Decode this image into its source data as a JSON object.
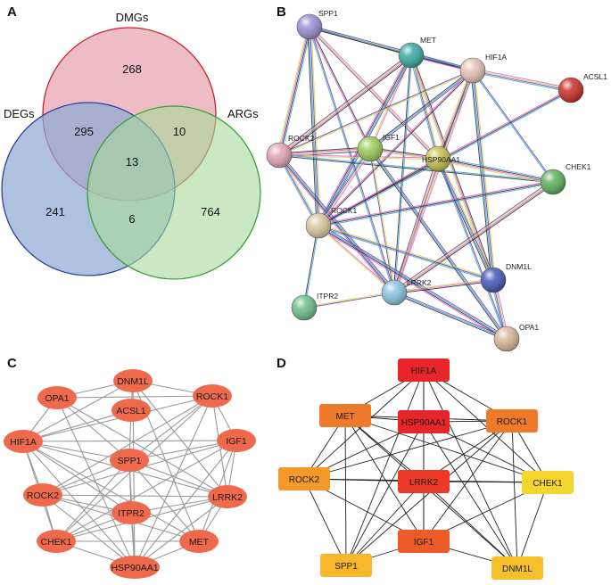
{
  "panels": {
    "a": {
      "letter": "A"
    },
    "b": {
      "letter": "B"
    },
    "c": {
      "letter": "C"
    },
    "d": {
      "letter": "D"
    }
  },
  "venn": {
    "sets": [
      {
        "key": "dmg",
        "label": "DMGs",
        "fill": "#e8a7b0",
        "stroke": "#c8202e"
      },
      {
        "key": "deg",
        "label": "DEGs",
        "fill": "#8faad3",
        "stroke": "#2a3f9c"
      },
      {
        "key": "arg",
        "label": "ARGs",
        "fill": "#a7d99a",
        "stroke": "#3a9e3a"
      }
    ],
    "counts": {
      "dmg_only": "268",
      "deg_dmg": "295",
      "dmg_arg": "10",
      "all": "13",
      "deg_only": "241",
      "arg_only": "764",
      "deg_arg": "6"
    }
  },
  "ppi_network": {
    "nodes": [
      {
        "id": "SPP1",
        "label": "SPP1",
        "color": "#9b8fd6"
      },
      {
        "id": "MET",
        "label": "MET",
        "color": "#3aa9a0"
      },
      {
        "id": "HIF1A",
        "label": "HIF1A",
        "color": "#e6c3b6"
      },
      {
        "id": "ACSL1",
        "label": "ACSL1",
        "color": "#c9302c"
      },
      {
        "id": "ROCK2",
        "label": "ROCK2",
        "color": "#e2a5b4"
      },
      {
        "id": "IGF1",
        "label": "IGF1",
        "color": "#9ccc5a"
      },
      {
        "id": "HSP90AA1",
        "label": "HSP90AA1",
        "color": "#c4c254"
      },
      {
        "id": "CHEK1",
        "label": "CHEK1",
        "color": "#5fb05f"
      },
      {
        "id": "ROCK1",
        "label": "ROCK1",
        "color": "#d8c9a0"
      },
      {
        "id": "DNM1L",
        "label": "DNM1L",
        "color": "#4759b8"
      },
      {
        "id": "ITPR2",
        "label": "ITPR2",
        "color": "#6fbf8e"
      },
      {
        "id": "LRRK2",
        "label": "LRRK2",
        "color": "#8cc4e2"
      },
      {
        "id": "OPA1",
        "label": "OPA1",
        "color": "#d9b79a"
      }
    ],
    "edges": [
      [
        "SPP1",
        "MET"
      ],
      [
        "SPP1",
        "HIF1A"
      ],
      [
        "SPP1",
        "ROCK2"
      ],
      [
        "SPP1",
        "IGF1"
      ],
      [
        "SPP1",
        "HSP90AA1"
      ],
      [
        "SPP1",
        "ROCK1"
      ],
      [
        "SPP1",
        "LRRK2"
      ],
      [
        "MET",
        "HIF1A"
      ],
      [
        "MET",
        "ROCK2"
      ],
      [
        "MET",
        "IGF1"
      ],
      [
        "MET",
        "HSP90AA1"
      ],
      [
        "MET",
        "ROCK1"
      ],
      [
        "MET",
        "LRRK2"
      ],
      [
        "MET",
        "DNM1L"
      ],
      [
        "HIF1A",
        "ACSL1"
      ],
      [
        "HIF1A",
        "ROCK2"
      ],
      [
        "HIF1A",
        "IGF1"
      ],
      [
        "HIF1A",
        "HSP90AA1"
      ],
      [
        "HIF1A",
        "ROCK1"
      ],
      [
        "HIF1A",
        "LRRK2"
      ],
      [
        "HIF1A",
        "DNM1L"
      ],
      [
        "HIF1A",
        "CHEK1"
      ],
      [
        "ACSL1",
        "ROCK1"
      ],
      [
        "ROCK2",
        "IGF1"
      ],
      [
        "ROCK2",
        "HSP90AA1"
      ],
      [
        "ROCK2",
        "ROCK1"
      ],
      [
        "ROCK2",
        "LRRK2"
      ],
      [
        "ROCK2",
        "CHEK1"
      ],
      [
        "IGF1",
        "HSP90AA1"
      ],
      [
        "IGF1",
        "ROCK1"
      ],
      [
        "IGF1",
        "LRRK2"
      ],
      [
        "IGF1",
        "OPA1"
      ],
      [
        "HSP90AA1",
        "CHEK1"
      ],
      [
        "HSP90AA1",
        "ROCK1"
      ],
      [
        "HSP90AA1",
        "LRRK2"
      ],
      [
        "HSP90AA1",
        "DNM1L"
      ],
      [
        "HSP90AA1",
        "OPA1"
      ],
      [
        "CHEK1",
        "ROCK1"
      ],
      [
        "CHEK1",
        "LRRK2"
      ],
      [
        "ROCK1",
        "LRRK2"
      ],
      [
        "ROCK1",
        "DNM1L"
      ],
      [
        "ROCK1",
        "OPA1"
      ],
      [
        "ROCK1",
        "ITPR2"
      ],
      [
        "DNM1L",
        "LRRK2"
      ],
      [
        "DNM1L",
        "OPA1"
      ],
      [
        "ITPR2",
        "LRRK2"
      ],
      [
        "LRRK2",
        "OPA1"
      ]
    ],
    "edge_colors": [
      "#c7d84a",
      "#6a3d9a",
      "#3aa0d8",
      "#2a2a2a",
      "#e05fd0"
    ]
  },
  "circle_network": {
    "node_color": "#ef6a4c",
    "edge_color": "#999999",
    "nodes": [
      {
        "id": "DNM1L",
        "label": "DNM1L"
      },
      {
        "id": "OPA1",
        "label": "OPA1"
      },
      {
        "id": "ROCK1",
        "label": "ROCK1"
      },
      {
        "id": "ACSL1",
        "label": "ACSL1"
      },
      {
        "id": "HIF1A",
        "label": "HIF1A"
      },
      {
        "id": "IGF1",
        "label": "IGF1"
      },
      {
        "id": "SPP1",
        "label": "SPP1"
      },
      {
        "id": "ROCK2",
        "label": "ROCK2"
      },
      {
        "id": "LRRK2",
        "label": "LRRK2"
      },
      {
        "id": "ITPR2",
        "label": "ITPR2"
      },
      {
        "id": "CHEK1",
        "label": "CHEK1"
      },
      {
        "id": "MET",
        "label": "MET"
      },
      {
        "id": "HSP90AA1",
        "label": "HSP90AA1"
      }
    ],
    "edges": [
      [
        "DNM1L",
        "OPA1"
      ],
      [
        "DNM1L",
        "ROCK1"
      ],
      [
        "DNM1L",
        "ACSL1"
      ],
      [
        "DNM1L",
        "HIF1A"
      ],
      [
        "DNM1L",
        "LRRK2"
      ],
      [
        "DNM1L",
        "HSP90AA1"
      ],
      [
        "DNM1L",
        "MET"
      ],
      [
        "OPA1",
        "ROCK1"
      ],
      [
        "OPA1",
        "HIF1A"
      ],
      [
        "OPA1",
        "SPP1"
      ],
      [
        "OPA1",
        "LRRK2"
      ],
      [
        "OPA1",
        "HSP90AA1"
      ],
      [
        "ROCK1",
        "HIF1A"
      ],
      [
        "ROCK1",
        "IGF1"
      ],
      [
        "ROCK1",
        "ROCK2"
      ],
      [
        "ROCK1",
        "LRRK2"
      ],
      [
        "ROCK1",
        "CHEK1"
      ],
      [
        "ROCK1",
        "HSP90AA1"
      ],
      [
        "ROCK1",
        "SPP1"
      ],
      [
        "ACSL1",
        "HIF1A"
      ],
      [
        "ACSL1",
        "SPP1"
      ],
      [
        "HIF1A",
        "IGF1"
      ],
      [
        "HIF1A",
        "SPP1"
      ],
      [
        "HIF1A",
        "ROCK2"
      ],
      [
        "HIF1A",
        "LRRK2"
      ],
      [
        "HIF1A",
        "ITPR2"
      ],
      [
        "HIF1A",
        "CHEK1"
      ],
      [
        "HIF1A",
        "MET"
      ],
      [
        "HIF1A",
        "HSP90AA1"
      ],
      [
        "IGF1",
        "SPP1"
      ],
      [
        "IGF1",
        "ROCK2"
      ],
      [
        "IGF1",
        "LRRK2"
      ],
      [
        "IGF1",
        "MET"
      ],
      [
        "IGF1",
        "HSP90AA1"
      ],
      [
        "IGF1",
        "CHEK1"
      ],
      [
        "SPP1",
        "ROCK2"
      ],
      [
        "SPP1",
        "LRRK2"
      ],
      [
        "SPP1",
        "ITPR2"
      ],
      [
        "SPP1",
        "MET"
      ],
      [
        "SPP1",
        "HSP90AA1"
      ],
      [
        "SPP1",
        "CHEK1"
      ],
      [
        "ROCK2",
        "LRRK2"
      ],
      [
        "ROCK2",
        "CHEK1"
      ],
      [
        "ROCK2",
        "MET"
      ],
      [
        "ROCK2",
        "HSP90AA1"
      ],
      [
        "ROCK2",
        "ITPR2"
      ],
      [
        "LRRK2",
        "ITPR2"
      ],
      [
        "LRRK2",
        "MET"
      ],
      [
        "LRRK2",
        "CHEK1"
      ],
      [
        "LRRK2",
        "HSP90AA1"
      ],
      [
        "ITPR2",
        "HSP90AA1"
      ],
      [
        "ITPR2",
        "CHEK1"
      ],
      [
        "CHEK1",
        "HSP90AA1"
      ],
      [
        "CHEK1",
        "MET"
      ],
      [
        "MET",
        "HSP90AA1"
      ]
    ]
  },
  "hub_network": {
    "edge_color": "#222222",
    "nodes": [
      {
        "id": "HIF1A",
        "label": "HIF1A",
        "color": "#e8262a"
      },
      {
        "id": "MET",
        "label": "MET",
        "color": "#ef7a2a"
      },
      {
        "id": "HSP90AA1",
        "label": "HSP90AA1",
        "color": "#e8262a"
      },
      {
        "id": "ROCK1",
        "label": "ROCK1",
        "color": "#ef7a2a"
      },
      {
        "id": "ROCK2",
        "label": "ROCK2",
        "color": "#f59a2a"
      },
      {
        "id": "LRRK2",
        "label": "LRRK2",
        "color": "#ea3a26"
      },
      {
        "id": "CHEK1",
        "label": "CHEK1",
        "color": "#f5d52e"
      },
      {
        "id": "IGF1",
        "label": "IGF1",
        "color": "#ee5a28"
      },
      {
        "id": "SPP1",
        "label": "SPP1",
        "color": "#f6b82a"
      },
      {
        "id": "DNM1L",
        "label": "DNM1L",
        "color": "#f5c02a"
      }
    ],
    "edges": [
      [
        "HIF1A",
        "MET"
      ],
      [
        "HIF1A",
        "HSP90AA1"
      ],
      [
        "HIF1A",
        "ROCK1"
      ],
      [
        "HIF1A",
        "ROCK2"
      ],
      [
        "HIF1A",
        "LRRK2"
      ],
      [
        "HIF1A",
        "CHEK1"
      ],
      [
        "HIF1A",
        "IGF1"
      ],
      [
        "HIF1A",
        "SPP1"
      ],
      [
        "HIF1A",
        "DNM1L"
      ],
      [
        "MET",
        "HSP90AA1"
      ],
      [
        "MET",
        "ROCK1"
      ],
      [
        "MET",
        "ROCK2"
      ],
      [
        "MET",
        "LRRK2"
      ],
      [
        "MET",
        "IGF1"
      ],
      [
        "MET",
        "SPP1"
      ],
      [
        "MET",
        "DNM1L"
      ],
      [
        "MET",
        "CHEK1"
      ],
      [
        "HSP90AA1",
        "ROCK1"
      ],
      [
        "HSP90AA1",
        "ROCK2"
      ],
      [
        "HSP90AA1",
        "LRRK2"
      ],
      [
        "HSP90AA1",
        "CHEK1"
      ],
      [
        "HSP90AA1",
        "IGF1"
      ],
      [
        "HSP90AA1",
        "SPP1"
      ],
      [
        "HSP90AA1",
        "DNM1L"
      ],
      [
        "ROCK1",
        "ROCK2"
      ],
      [
        "ROCK1",
        "LRRK2"
      ],
      [
        "ROCK1",
        "CHEK1"
      ],
      [
        "ROCK1",
        "IGF1"
      ],
      [
        "ROCK1",
        "SPP1"
      ],
      [
        "ROCK1",
        "DNM1L"
      ],
      [
        "ROCK2",
        "LRRK2"
      ],
      [
        "ROCK2",
        "IGF1"
      ],
      [
        "ROCK2",
        "SPP1"
      ],
      [
        "ROCK2",
        "CHEK1"
      ],
      [
        "LRRK2",
        "CHEK1"
      ],
      [
        "LRRK2",
        "IGF1"
      ],
      [
        "LRRK2",
        "SPP1"
      ],
      [
        "LRRK2",
        "DNM1L"
      ],
      [
        "CHEK1",
        "IGF1"
      ],
      [
        "CHEK1",
        "DNM1L"
      ],
      [
        "IGF1",
        "SPP1"
      ],
      [
        "IGF1",
        "DNM1L"
      ]
    ]
  }
}
